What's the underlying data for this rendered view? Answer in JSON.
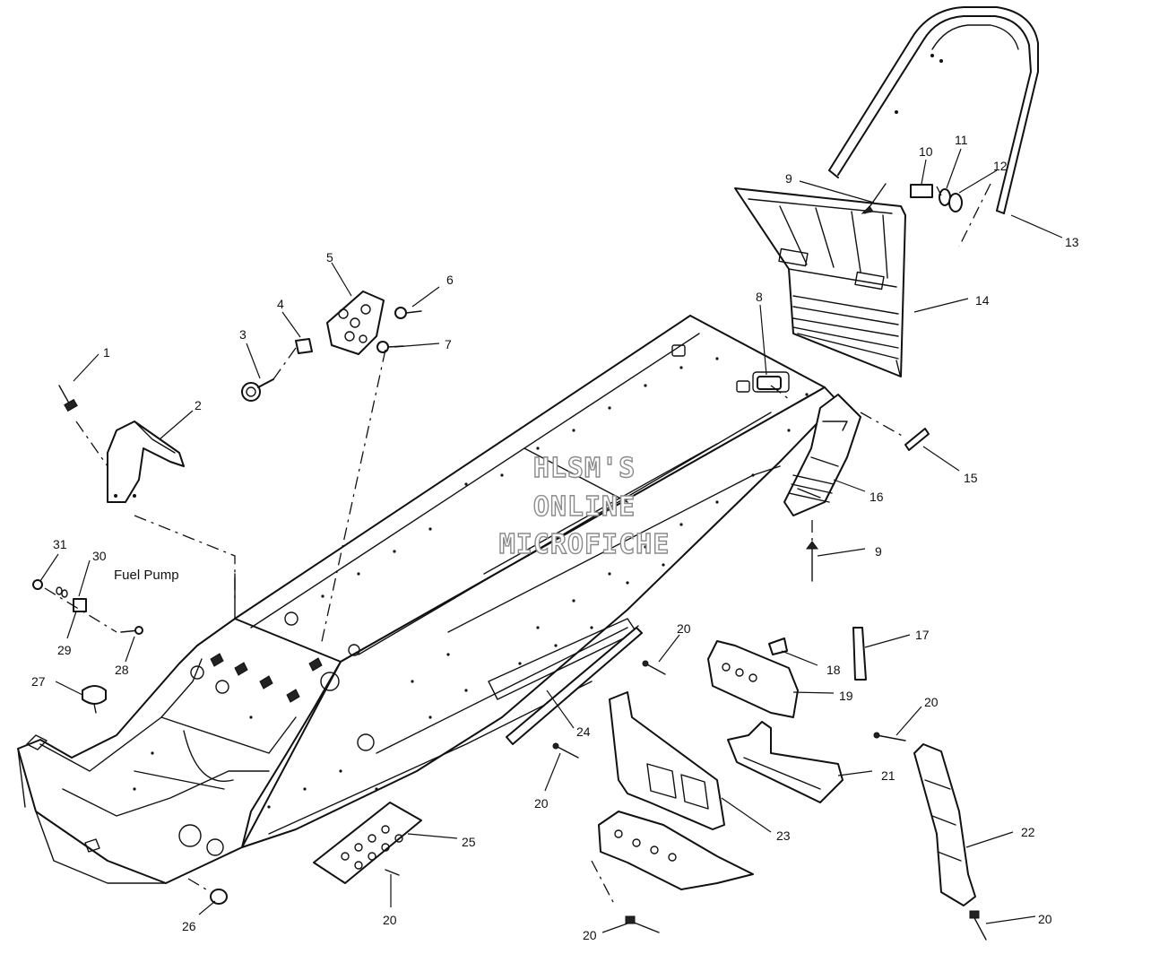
{
  "watermark": {
    "line1": "HLSM'S",
    "line2": "ONLINE",
    "line3": "MICROFICHE"
  },
  "captions": {
    "fuel_pump": "Fuel Pump"
  },
  "callouts": {
    "c1": "1",
    "c2": "2",
    "c3": "3",
    "c4": "4",
    "c5": "5",
    "c6": "6",
    "c7": "7",
    "c8": "8",
    "c9a": "9",
    "c9b": "9",
    "c10": "10",
    "c11": "11",
    "c12": "12",
    "c13": "13",
    "c14": "14",
    "c15": "15",
    "c16": "16",
    "c17": "17",
    "c18": "18",
    "c19": "19",
    "c20a": "20",
    "c20b": "20",
    "c20c": "20",
    "c20d": "20",
    "c20e": "20",
    "c20f": "20",
    "c21": "21",
    "c22": "22",
    "c23": "23",
    "c24": "24",
    "c25": "25",
    "c26": "26",
    "c27": "27",
    "c28": "28",
    "c29": "29",
    "c30": "30",
    "c31": "31"
  },
  "colors": {
    "ink": "#111111",
    "background": "#ffffff",
    "watermark_outline": "#8a8a8a"
  }
}
